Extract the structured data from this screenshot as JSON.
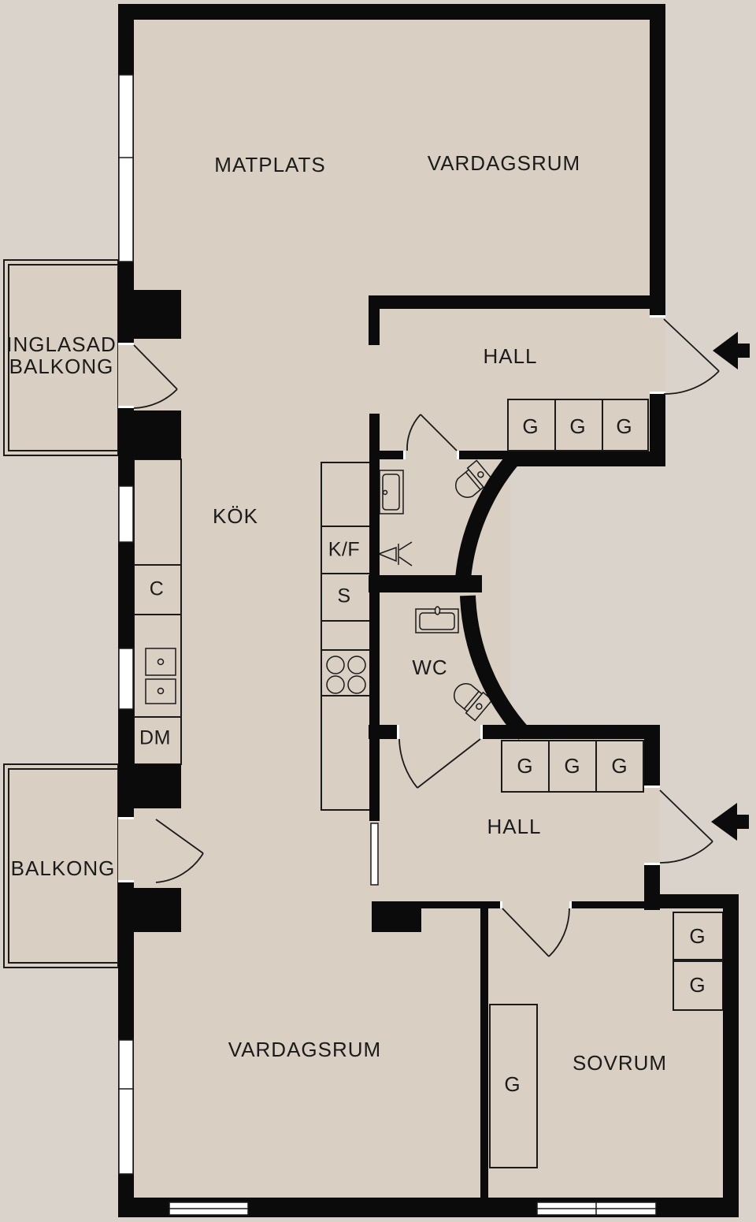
{
  "plan": {
    "type": "apartment-floor-plan",
    "colors": {
      "wall": "#0b0b0b",
      "interior": "#d9cfc2",
      "exterior": "#dad3cb",
      "window": "#ffffff",
      "text": "#1b1b1b"
    },
    "rooms": {
      "matplats": "MATPLATS",
      "vardagsrum_top": "VARDAGSRUM",
      "inglasad_balkong_line1": "INGLASAD",
      "inglasad_balkong_line2": "BALKONG",
      "hall_upper": "HALL",
      "kok": "KÖK",
      "wc": "WC",
      "balkong": "BALKONG",
      "hall_lower": "HALL",
      "vardagsrum_bottom": "VARDAGSRUM",
      "sovrum": "SOVRUM"
    },
    "fixtures": {
      "fridge_freezer": "K/F",
      "cabinet_c": "C",
      "cabinet_s": "S",
      "dishwasher": "DM",
      "wardrobes_upper": [
        "G",
        "G",
        "G"
      ],
      "wardrobes_lower": [
        "G",
        "G",
        "G"
      ],
      "wardrobes_sovrum": [
        "G",
        "G"
      ],
      "wardrobe_sovrum_tall": "G"
    }
  }
}
